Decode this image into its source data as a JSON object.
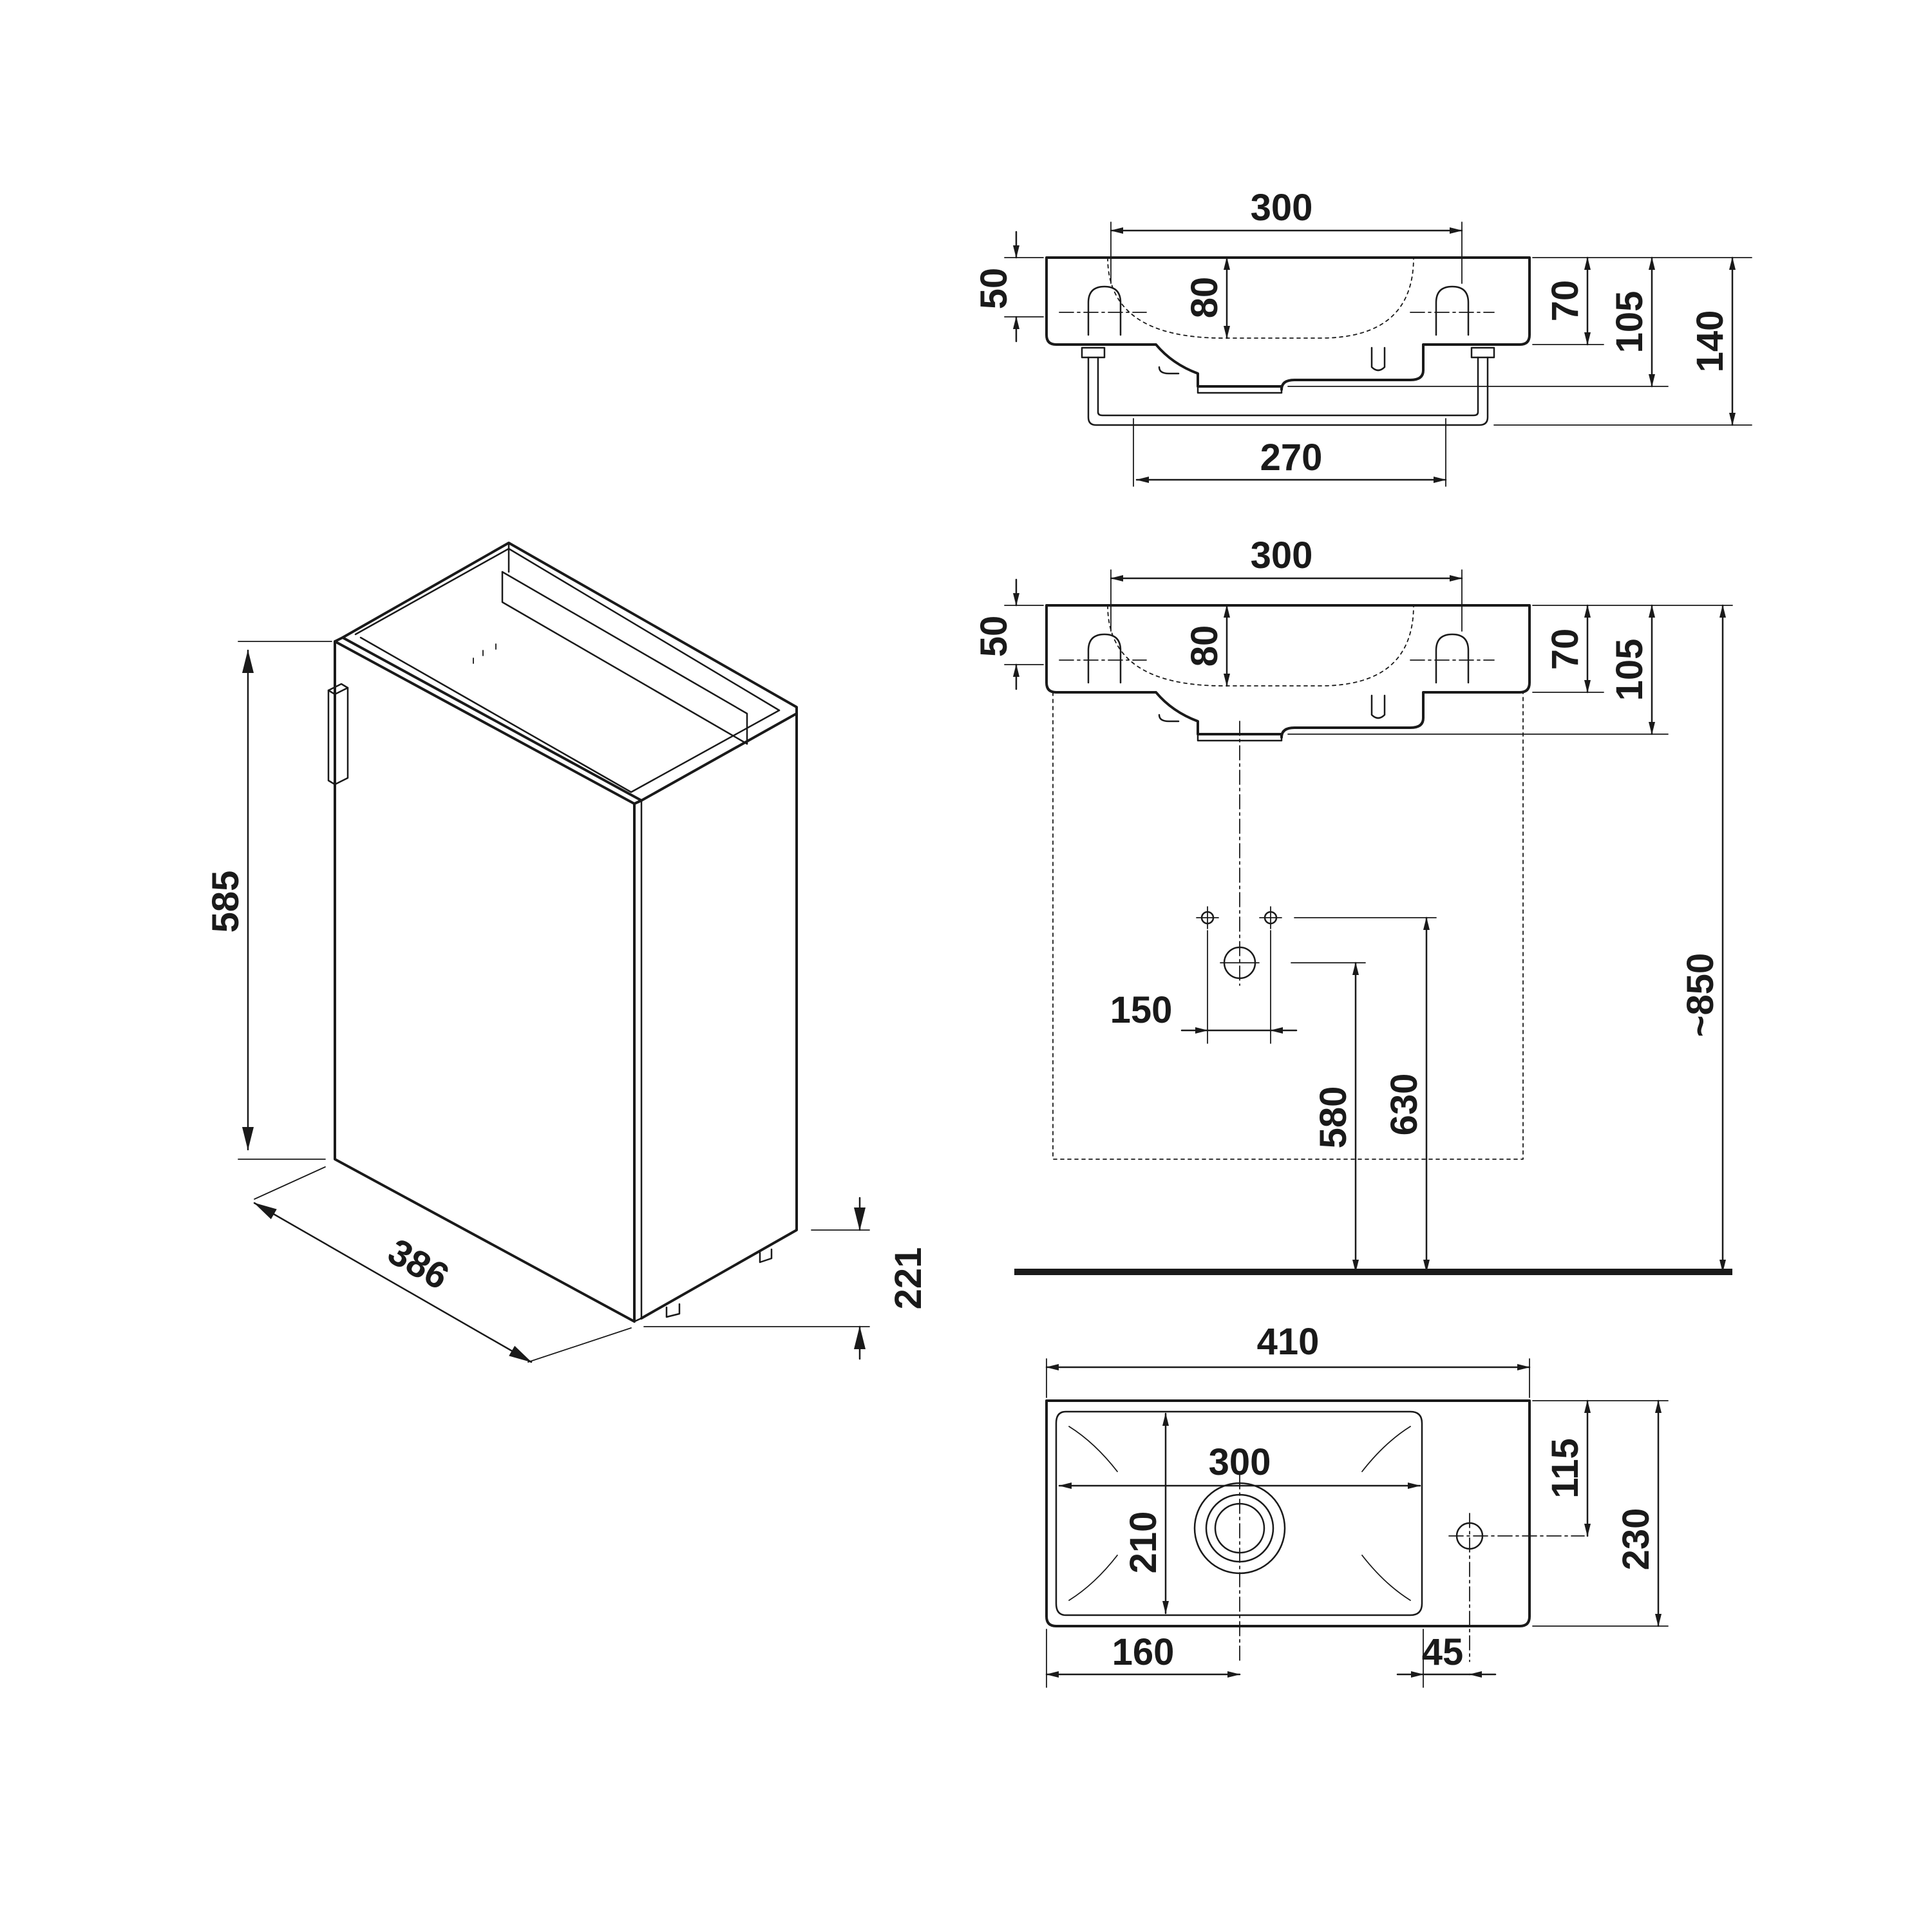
{
  "drawing": {
    "cabinet_iso": {
      "height": "585",
      "depth": "386",
      "leg_height": "221"
    },
    "side_view_top": {
      "width": "300",
      "rim_height": "50",
      "bowl_depth": "80",
      "overall_height_1": "70",
      "overall_height_2": "105",
      "overall_height_3": "140",
      "towel_rail_width": "270"
    },
    "side_view_installed": {
      "width": "300",
      "rim_height": "50",
      "bowl_depth": "80",
      "height_1": "70",
      "height_2": "105",
      "supply_spacing": "150",
      "drain_height": "580",
      "supply_height": "630",
      "rim_height_floor": "~850"
    },
    "top_view": {
      "overall_width": "410",
      "bowl_width": "300",
      "bowl_depth": "210",
      "drain_offset": "160",
      "tap_hole_offset": "45",
      "tap_hole_depth": "115",
      "overall_depth": "230"
    }
  }
}
